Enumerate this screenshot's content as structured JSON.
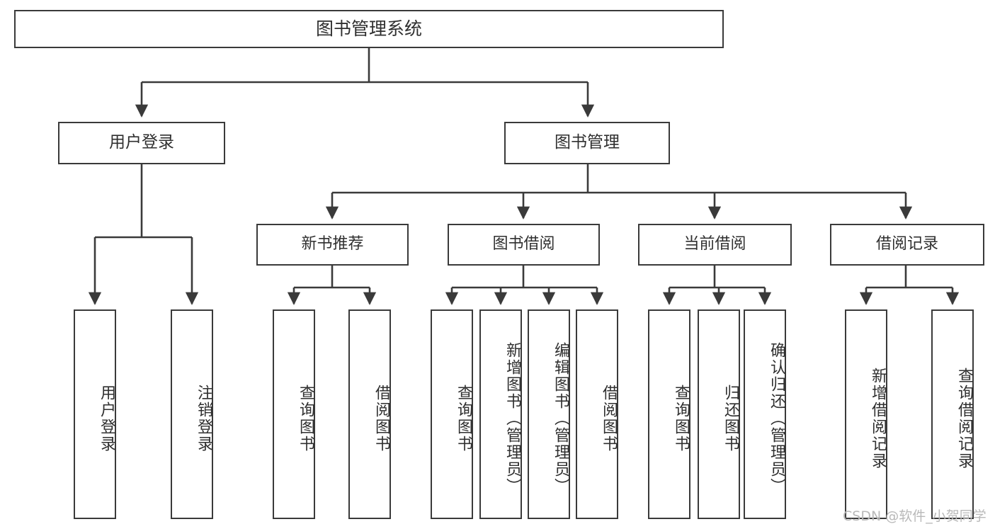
{
  "diagram": {
    "title": "图书管理系统",
    "type": "tree-hierarchy",
    "nodes": {
      "root": {
        "label": "图书管理系统"
      },
      "level1": [
        {
          "id": "user-login",
          "label": "用户登录"
        },
        {
          "id": "book-management",
          "label": "图书管理"
        }
      ],
      "level2": [
        {
          "id": "new-book-recommend",
          "label": "新书推荐"
        },
        {
          "id": "book-borrow",
          "label": "图书借阅"
        },
        {
          "id": "current-borrow",
          "label": "当前借阅"
        },
        {
          "id": "borrow-record",
          "label": "借阅记录"
        }
      ],
      "leaves": {
        "user-login": [
          {
            "id": "leaf-user-login",
            "label": "用户登录"
          },
          {
            "id": "leaf-logout-login",
            "label": "注销登录"
          }
        ],
        "new-book-recommend": [
          {
            "id": "leaf-query-book-1",
            "label": "查询图书"
          },
          {
            "id": "leaf-borrow-book-1",
            "label": "借阅图书"
          }
        ],
        "book-borrow": [
          {
            "id": "leaf-query-book-2",
            "label": "查询图书"
          },
          {
            "id": "leaf-add-book",
            "label": "新增图书（管理员）"
          },
          {
            "id": "leaf-edit-book",
            "label": "编辑图书（管理员）"
          },
          {
            "id": "leaf-borrow-book-2",
            "label": "借阅图书"
          }
        ],
        "current-borrow": [
          {
            "id": "leaf-query-book-3",
            "label": "查询图书"
          },
          {
            "id": "leaf-return-book",
            "label": "归还图书"
          },
          {
            "id": "leaf-confirm-return",
            "label": "确认归还（管理员）"
          }
        ],
        "borrow-record": [
          {
            "id": "leaf-add-record",
            "label": "新增借阅记录"
          },
          {
            "id": "leaf-query-record",
            "label": "查询借阅记录"
          }
        ]
      }
    },
    "colors": {
      "border": "#3a3a3a",
      "text": "#2f2f2f",
      "background": "#ffffff",
      "edge": "#3a3a3a",
      "watermark": "#b9b9b9"
    }
  },
  "watermark": {
    "text": "CSDN @软件_小贺同学"
  }
}
